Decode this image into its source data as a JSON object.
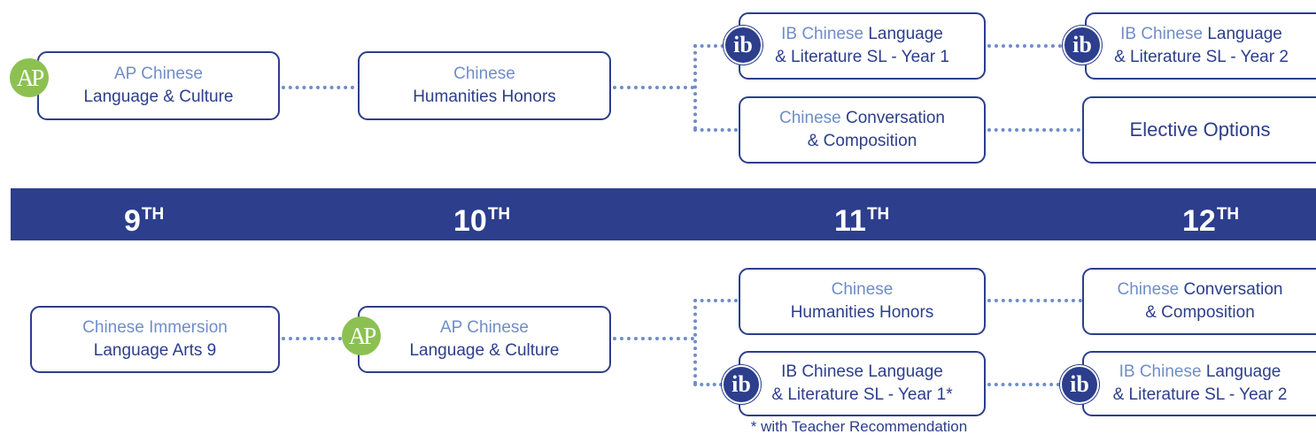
{
  "grades": [
    "9",
    "10",
    "11",
    "12"
  ],
  "grade_suffix": "TH",
  "top_pathway": {
    "ap_course": {
      "line1": "AP Chinese",
      "line2": "Language & Culture"
    },
    "honors_course": {
      "line1": "Chinese",
      "line2": "Humanities Honors"
    },
    "ib_year1": {
      "line1_a": "IB Chinese ",
      "line1_b": "Language",
      "line2": "& Literature SL - Year 1"
    },
    "conversation": {
      "line1_a": "Chinese ",
      "line1_b": "Conversation",
      "line2": "& Composition"
    },
    "ib_year2": {
      "line1_a": "IB Chinese ",
      "line1_b": "Language",
      "line2": "& Literature SL - Year 2"
    },
    "elective": {
      "label": "Elective Options"
    }
  },
  "bottom_pathway": {
    "immersion": {
      "line1": "Chinese Immersion",
      "line2": "Language Arts 9"
    },
    "ap_course": {
      "line1": "AP Chinese",
      "line2": "Language & Culture"
    },
    "honors_course": {
      "line1": "Chinese",
      "line2": "Humanities Honors"
    },
    "ib_year1": {
      "line1": "IB Chinese Language",
      "line2": "& Literature SL - Year 1*"
    },
    "conversation": {
      "line1_a": "Chinese ",
      "line1_b": "Conversation",
      "line2": "& Composition"
    },
    "ib_year2": {
      "line1_a": "IB Chinese ",
      "line1_b": "Language",
      "line2": "& Literature SL - Year 2"
    }
  },
  "badges": {
    "ap": "AP",
    "ib": "ib"
  },
  "footnote": "* with Teacher Recommendation",
  "colors": {
    "navy": "#2c3e8c",
    "light_blue": "#6f8dc9",
    "ap_green": "#8cc152"
  }
}
